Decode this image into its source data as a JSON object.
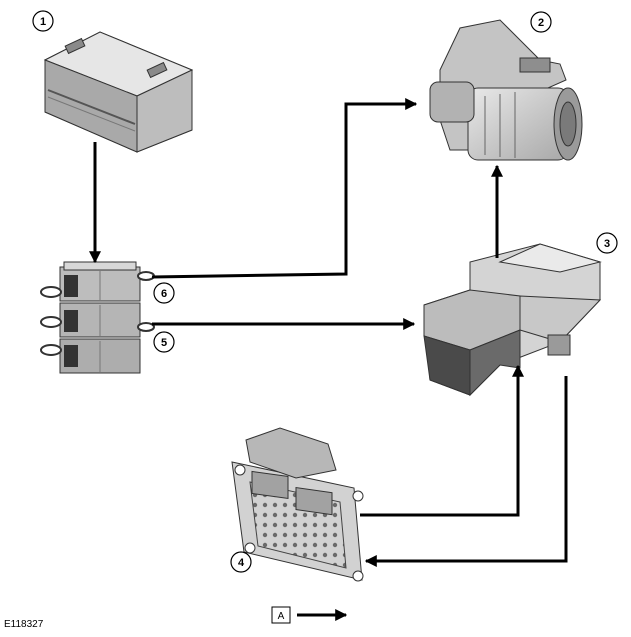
{
  "components": [
    {
      "number": "1",
      "icon": "battery-icon"
    },
    {
      "number": "2",
      "icon": "starter-motor-icon"
    },
    {
      "number": "3",
      "icon": "junction-box-icon"
    },
    {
      "number": "4",
      "icon": "control-module-icon"
    },
    {
      "number": "5",
      "icon": "fuse-relay-icon"
    },
    {
      "number": "6",
      "icon": "fuse-relay-icon"
    }
  ],
  "reference_code": "E118327",
  "legend": {
    "key": "A"
  }
}
